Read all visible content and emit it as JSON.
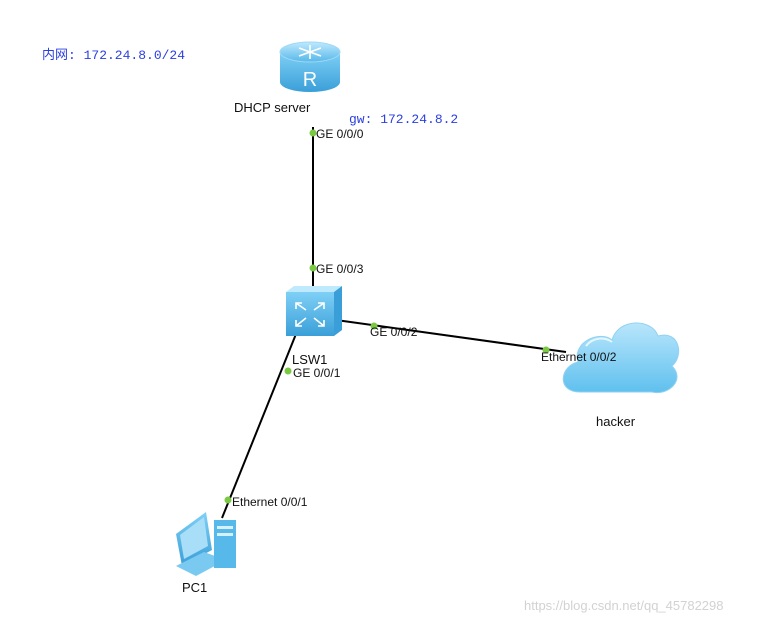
{
  "annotations": {
    "subnet": "内网: 172.24.8.0/24",
    "gateway": "gw: 172.24.8.2"
  },
  "nodes": {
    "router": {
      "label": "DHCP server",
      "icon": "router-icon",
      "badge": "R"
    },
    "switch": {
      "label": "LSW1",
      "icon": "switch-icon"
    },
    "cloud": {
      "label": "hacker",
      "icon": "cloud-icon"
    },
    "pc": {
      "label": "PC1",
      "icon": "pc-icon"
    }
  },
  "ports": {
    "router_ge000": "GE 0/0/0",
    "switch_ge003": "GE 0/0/3",
    "switch_ge002": "GE 0/0/2",
    "switch_ge001": "GE 0/0/1",
    "cloud_eth002": "Ethernet 0/0/2",
    "pc_eth001": "Ethernet 0/0/1"
  },
  "watermark": "https://blog.csdn.net/qq_45782298",
  "colors": {
    "annotation": "#2b3fe0",
    "link": "#000000",
    "port_dot": "#7ac943",
    "device_fill": "#6ec6f2"
  }
}
